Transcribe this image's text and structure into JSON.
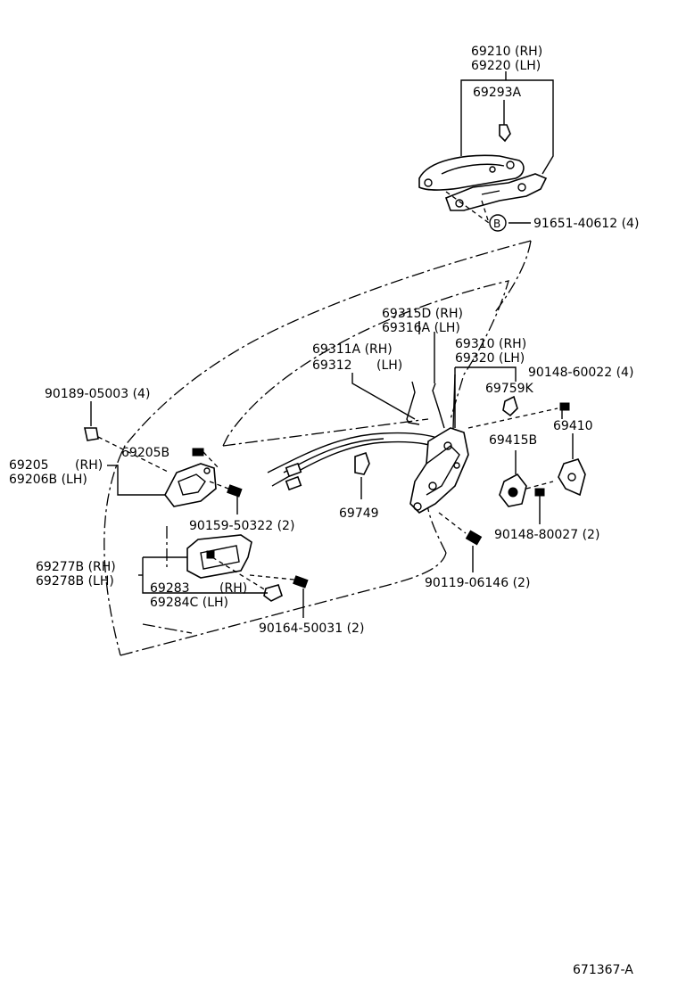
{
  "labels": {
    "p69210": "69210 (RH)",
    "p69220": "69220 (LH)",
    "p69293a": "69293A",
    "bolt_b_letter": "B",
    "p91651": "91651-40612 (4)",
    "p69315d": "69315D (RH)",
    "p69316a": "69316A (LH)",
    "p69311a": "69311A (RH)",
    "p69312": "69312",
    "p69312_lh": "(LH)",
    "p69310": "69310 (RH)",
    "p69320": "69320 (LH)",
    "p90148_60022": "90148-60022 (4)",
    "p69759k": "69759K",
    "p90189": "90189-05003 (4)",
    "p69205b": "69205B",
    "p69410": "69410",
    "p69415b": "69415B",
    "p69205": "69205",
    "p69205_rh": "(RH)",
    "p69206b": "69206B (LH)",
    "p90159": "90159-50322 (2)",
    "p69749": "69749",
    "p90148_80027": "90148-80027 (2)",
    "p69277b": "69277B (RH)",
    "p69278b": "69278B (LH)",
    "p90119": "90119-06146 (2)",
    "p69283": "69283",
    "p69283_rh": "(RH)",
    "p69284c": "69284C (LH)",
    "p90164": "90164-50031 (2)",
    "diagram_id": "671367-A"
  }
}
